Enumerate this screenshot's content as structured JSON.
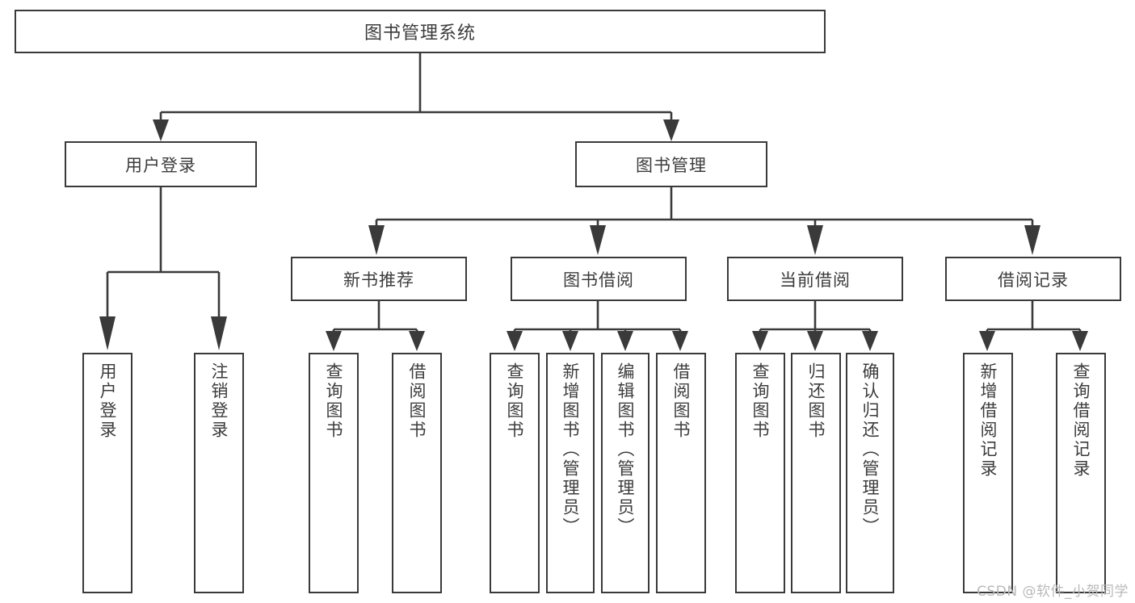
{
  "diagram": {
    "title": "图书管理系统",
    "type": "tree-hierarchy-chart",
    "watermark": "CSDN @软件_小贺同学",
    "colors": {
      "stroke": "#3a3a3a",
      "box_fill": "#ffffff",
      "text": "#3c3c3c",
      "watermark": "#b9b9b9",
      "background": "#ffffff"
    }
  },
  "root": {
    "label": "图书管理系统"
  },
  "level2": [
    {
      "id": "user-login",
      "label": "用户登录"
    },
    {
      "id": "book-manage",
      "label": "图书管理"
    }
  ],
  "level3": [
    {
      "id": "new-book-recommend",
      "label": "新书推荐",
      "parent": "book-manage"
    },
    {
      "id": "book-borrow",
      "label": "图书借阅",
      "parent": "book-manage"
    },
    {
      "id": "current-borrow",
      "label": "当前借阅",
      "parent": "book-manage"
    },
    {
      "id": "borrow-record",
      "label": "借阅记录",
      "parent": "book-manage"
    }
  ],
  "leaves": [
    {
      "id": "leaf-user-login",
      "label": "用户登录",
      "parent": "user-login"
    },
    {
      "id": "leaf-logout-login",
      "label": "注销登录",
      "parent": "user-login"
    },
    {
      "id": "leaf-query-book-1",
      "label": "查询图书",
      "parent": "new-book-recommend"
    },
    {
      "id": "leaf-borrow-book-1",
      "label": "借阅图书",
      "parent": "new-book-recommend"
    },
    {
      "id": "leaf-query-book-2",
      "label": "查询图书",
      "parent": "book-borrow"
    },
    {
      "id": "leaf-add-book",
      "label": "新增图书（管理员）",
      "parent": "book-borrow"
    },
    {
      "id": "leaf-edit-book",
      "label": "编辑图书（管理员）",
      "parent": "book-borrow"
    },
    {
      "id": "leaf-borrow-book-2",
      "label": "借阅图书",
      "parent": "book-borrow"
    },
    {
      "id": "leaf-query-book-3",
      "label": "查询图书",
      "parent": "current-borrow"
    },
    {
      "id": "leaf-return-book",
      "label": "归还图书",
      "parent": "current-borrow"
    },
    {
      "id": "leaf-confirm-return",
      "label": "确认归还（管理员）",
      "parent": "current-borrow"
    },
    {
      "id": "leaf-add-borrow-rec",
      "label": "新增借阅记录",
      "parent": "borrow-record"
    },
    {
      "id": "leaf-query-borrow-rec",
      "label": "查询借阅记录",
      "parent": "borrow-record"
    }
  ]
}
